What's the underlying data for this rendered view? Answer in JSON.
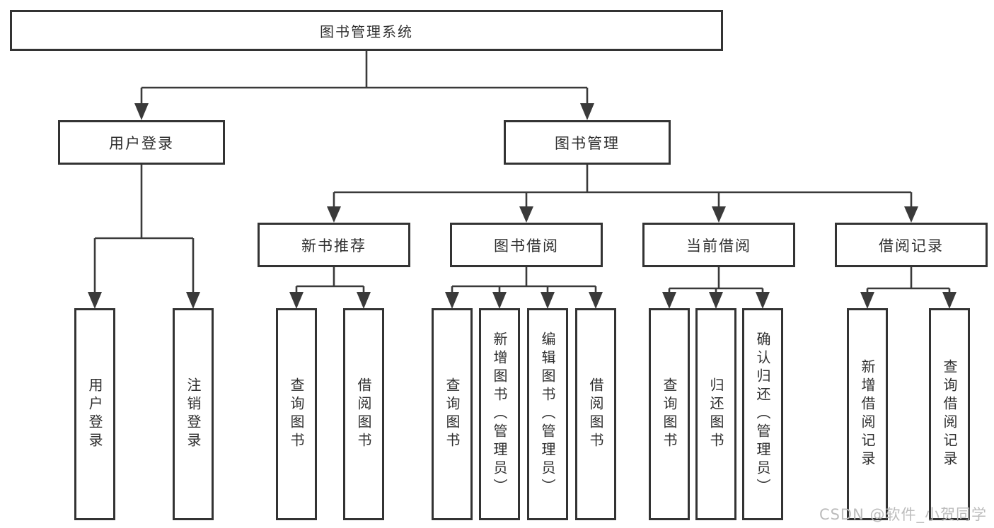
{
  "title": {
    "label": "图书管理系统"
  },
  "watermark": {
    "text": "CSDN @软件_小贺同学"
  },
  "colors": {
    "line": "#3a3a3a",
    "box_border": "#333333",
    "text": "#2f2f2f",
    "watermark": "#bcbcbc",
    "background": "#ffffff"
  },
  "nodes": {
    "user_login": {
      "label": "用户登录"
    },
    "book_management": {
      "label": "图书管理"
    },
    "user_login_children": [
      {
        "label": "用户登录"
      },
      {
        "label": "注销登录"
      }
    ],
    "new_book_recommend": {
      "label": "新书推荐"
    },
    "book_borrowing": {
      "label": "图书借阅"
    },
    "current_borrowing": {
      "label": "当前借阅"
    },
    "borrowing_records": {
      "label": "借阅记录"
    },
    "new_book_recommend_children": [
      {
        "label": "查询图书"
      },
      {
        "label": "借阅图书"
      }
    ],
    "book_borrowing_children": [
      {
        "label": "查询图书"
      },
      {
        "label": "新增图书（管理员）"
      },
      {
        "label": "编辑图书（管理员）"
      },
      {
        "label": "借阅图书"
      }
    ],
    "current_borrowing_children": [
      {
        "label": "查询图书"
      },
      {
        "label": "归还图书"
      },
      {
        "label": "确认归还（管理员）"
      }
    ],
    "borrowing_records_children": [
      {
        "label": "新增借阅记录"
      },
      {
        "label": "查询借阅记录"
      }
    ]
  }
}
